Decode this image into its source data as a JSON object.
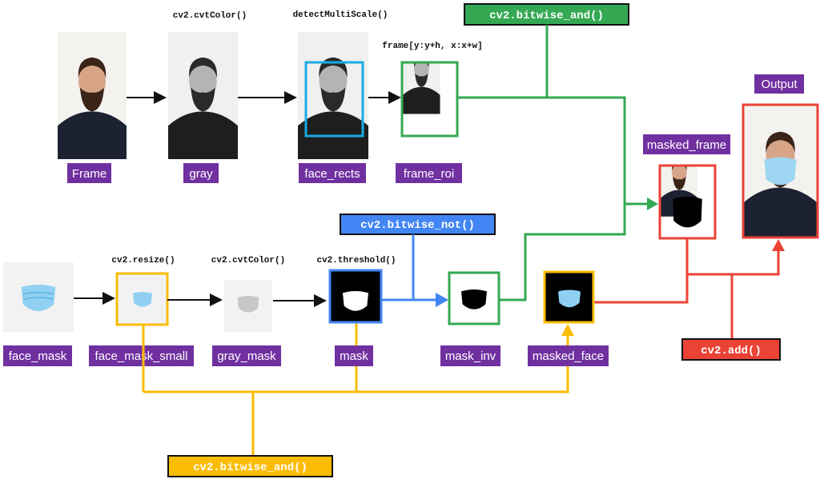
{
  "colors": {
    "label_bg": "#7030a0",
    "green": "#34a853",
    "blue": "#4285f4",
    "yellow": "#fbbc04",
    "red": "#ea4335",
    "cyan": "#1ca9e6"
  },
  "top_row": {
    "frame_label": "Frame",
    "gray_label": "gray",
    "face_rects_label": "face_rects",
    "frame_roi_label": "frame_roi",
    "cvtcolor_fn": "cv2.cvtColor()",
    "detect_fn": "detectMultiScale()",
    "slice_fn": "frame[y:y+h, x:x+w]",
    "bitwise_and_fn": "cv2.bitwise_and()"
  },
  "right": {
    "masked_frame_label": "masked_frame",
    "output_label": "Output",
    "add_fn": "cv2.add()"
  },
  "bottom_row": {
    "face_mask_label": "face_mask",
    "face_mask_small_label": "face_mask_small",
    "gray_mask_label": "gray_mask",
    "mask_label": "mask",
    "mask_inv_label": "mask_inv",
    "masked_face_label": "masked_face",
    "resize_fn": "cv2.resize()",
    "cvtcolor_fn": "cv2.cvtColor()",
    "threshold_fn": "cv2.threshold()",
    "bitwise_not_fn": "cv2.bitwise_not()",
    "bitwise_and_fn": "cv2.bitwise_and()"
  }
}
